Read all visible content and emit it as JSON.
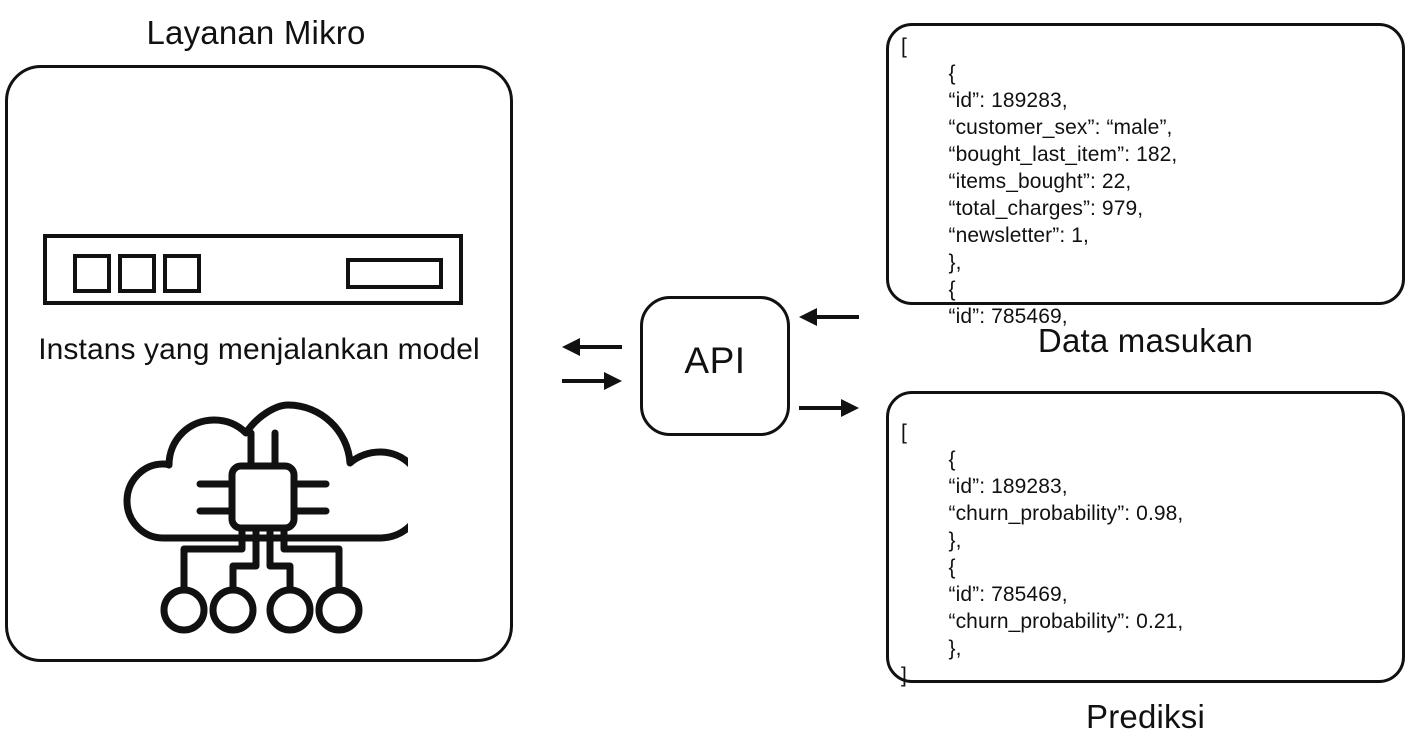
{
  "diagram": {
    "type": "architecture-flow",
    "title_left": "Layanan Mikro",
    "microservice": {
      "title": "Layanan Mikro",
      "caption": "Instans yang menjalankan model",
      "server_icon": "server-rack-icon",
      "cloud_icon": "cloud-compute-icon"
    },
    "api": {
      "label": "API"
    },
    "arrows": [
      {
        "name": "arrow-api-to-service",
        "direction": "left",
        "from": "API",
        "to": "Layanan Mikro"
      },
      {
        "name": "arrow-service-to-api",
        "direction": "right",
        "from": "Layanan Mikro",
        "to": "API"
      },
      {
        "name": "arrow-input-to-api",
        "direction": "left",
        "from": "Data masukan",
        "to": "API"
      },
      {
        "name": "arrow-api-to-output",
        "direction": "right",
        "from": "API",
        "to": "Prediksi"
      }
    ],
    "input_box": {
      "caption": "Data masukan",
      "code": "[\n        {\n        “id”: 189283,\n        “customer_sex”: “male”,\n        “bought_last_item”: 182,\n        “items_bought”: 22,\n        “total_charges”: 979,\n        “newsletter”: 1,\n        },\n        {\n        “id”: 785469,"
    },
    "output_box": {
      "caption": "Prediksi",
      "code": "[\n        {\n        “id”: 189283,\n        “churn_probability”: 0.98,\n        },\n        {\n        “id”: 785469,\n        “churn_probability”: 0.21,\n        },\n]"
    },
    "colors": {
      "stroke": "#111111",
      "background": "#ffffff"
    }
  }
}
